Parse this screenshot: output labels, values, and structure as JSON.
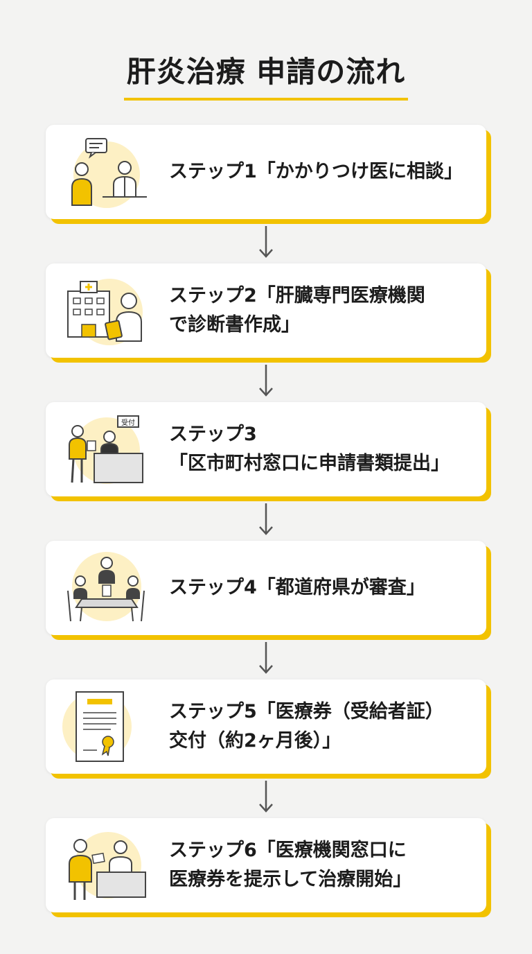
{
  "title": "肝炎治療 申請の流れ",
  "colors": {
    "accent": "#f2c200",
    "icon_bg": "#fdf0c4",
    "text": "#1c1c1c",
    "arrow": "#555555"
  },
  "steps": [
    {
      "lines": [
        "ステップ1「かかりつけ医に相談」"
      ],
      "icon": "patient-doctor-consult-icon"
    },
    {
      "lines": [
        "ステップ2「肝臓専門医療機関",
        "で診断書作成」"
      ],
      "icon": "hospital-doctor-icon"
    },
    {
      "lines": [
        "ステップ3",
        "「区市町村窓口に申請書類提出」"
      ],
      "icon": "reception-counter-icon",
      "sign": "受付"
    },
    {
      "lines": [
        "ステップ4「都道府県が審査」"
      ],
      "icon": "review-meeting-icon"
    },
    {
      "lines": [
        "ステップ5「医療券（受給者証）",
        "交付（約2ヶ月後）」"
      ],
      "icon": "certificate-icon"
    },
    {
      "lines": [
        "ステップ6「医療機関窓口に",
        "医療券を提示して治療開始」"
      ],
      "icon": "hand-over-document-icon"
    }
  ]
}
